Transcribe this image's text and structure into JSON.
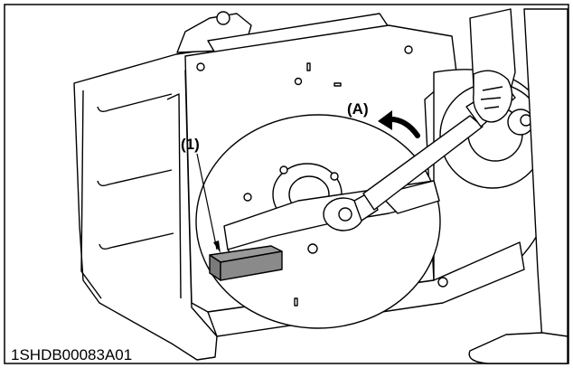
{
  "labels": {
    "part_1": "(1)",
    "direction_a": "(A)"
  },
  "figure_code": "1SHDB00083A01",
  "colors": {
    "line": "#000000",
    "paper": "#ffffff",
    "part_fill": "#7a7a7a"
  }
}
